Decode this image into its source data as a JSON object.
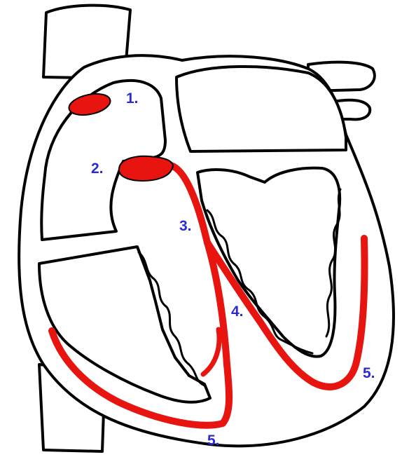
{
  "colors": {
    "outline": "#000000",
    "fill": "#ffffff",
    "conduction": "#e8140f",
    "label": "#2b2bd6"
  },
  "labels": {
    "sa_node": "1.",
    "av_node": "2.",
    "bundle_of_his": "3.",
    "bundle_branches": "4.",
    "purkinje_right": "5.",
    "purkinje_bottom": "5."
  }
}
